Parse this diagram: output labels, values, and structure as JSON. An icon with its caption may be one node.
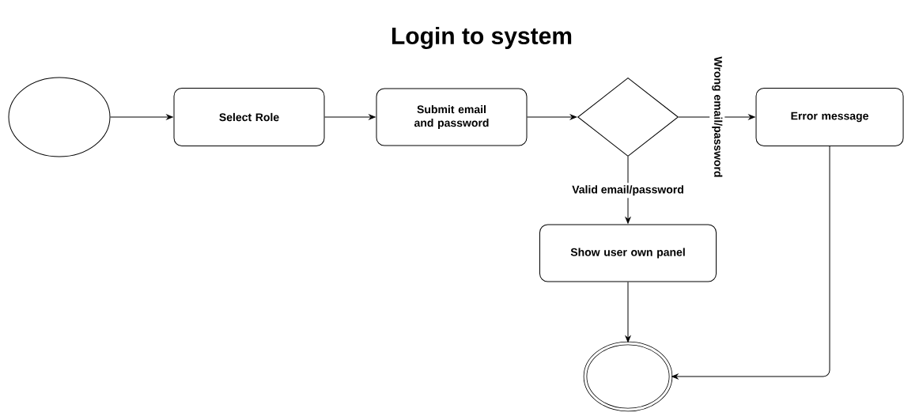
{
  "diagram": {
    "title": "Login to system",
    "nodes": [
      {
        "text": [],
        "shape": "circle"
      },
      {
        "text": [
          "Select Role"
        ]
      },
      {
        "text": [
          "Submit email and password"
        ]
      },
      {
        "text": [],
        "shape": "diamond"
      },
      {
        "text": [
          "Error message"
        ]
      },
      {
        "text": [
          "Show user own panel"
        ]
      },
      {
        "text": [],
        "shape": "circle"
      }
    ],
    "edges": [
      {
        "from": 0,
        "to": 1,
        "arrow": "to"
      },
      {
        "from": 1,
        "to": 2,
        "arrow": "to"
      },
      {
        "from": 2,
        "to": 3,
        "arrow": "to"
      },
      {
        "from": 3,
        "to": 4,
        "arrow": "to",
        "label": "Wrong email/password"
      },
      {
        "from": 3,
        "to": 5,
        "arrow": "to",
        "label": "Valid email/password"
      },
      {
        "from": 5,
        "to": 6,
        "arrow": "to"
      },
      {
        "from": 4,
        "to": 6,
        "arrow": "to"
      }
    ]
  }
}
